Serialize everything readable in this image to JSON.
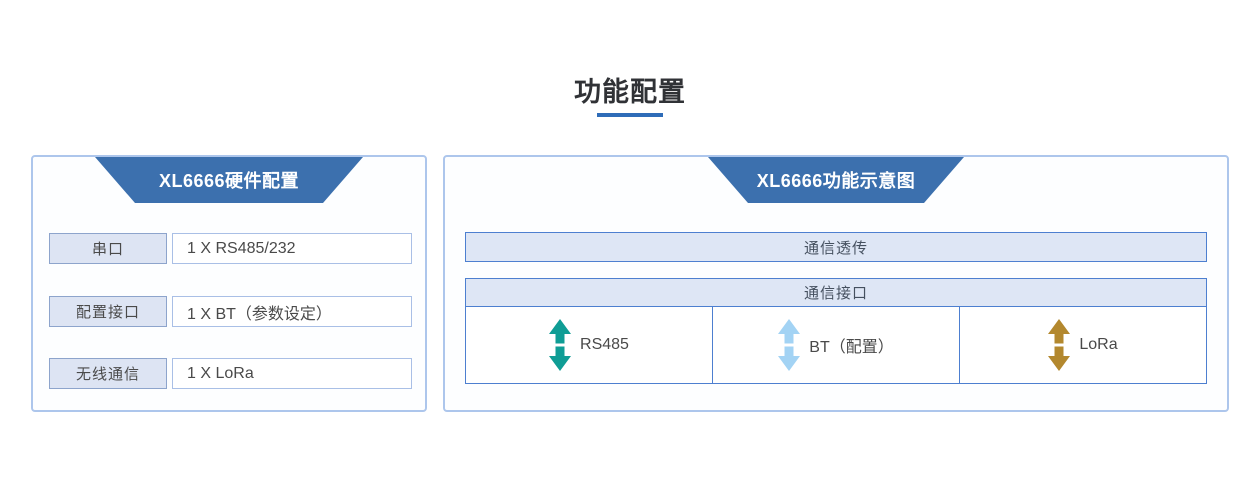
{
  "title": {
    "text": "功能配置"
  },
  "left_panel": {
    "header": "XL6666硬件配置",
    "rows": [
      {
        "label": "串口",
        "value": "1 X RS485/232"
      },
      {
        "label": "配置接口",
        "value": "1 X BT（参数设定）"
      },
      {
        "label": "无线通信",
        "value": "1 X LoRa"
      }
    ]
  },
  "right_panel": {
    "header": "XL6666功能示意图",
    "transparent_bar": "通信透传",
    "interface_table": {
      "header": "通信接口",
      "cells": [
        {
          "label": "RS485",
          "arrow_icon": "double-vertical-arrow-icon",
          "arrow_color": "#0f9d95"
        },
        {
          "label": "BT（配置）",
          "arrow_icon": "double-vertical-arrow-icon",
          "arrow_color": "#a3d3f4"
        },
        {
          "label": "LoRa",
          "arrow_icon": "double-vertical-arrow-icon",
          "arrow_color": "#b3882e"
        }
      ]
    }
  },
  "colors": {
    "header_blue": "#3c70ae",
    "panel_border": "#adc6ec",
    "table_border": "#4d7fd0",
    "bar_fill": "#dee6f5",
    "label_box_fill": "#dde4f3",
    "title_underline": "#2e6cb8"
  }
}
